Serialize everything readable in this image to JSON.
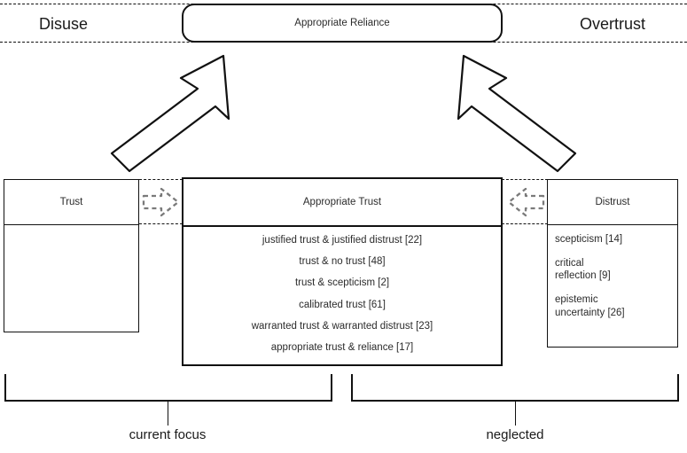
{
  "diagram": {
    "title_box": {
      "label": "Appropriate Reliance"
    },
    "poles": {
      "left": "Disuse",
      "right": "Overtrust"
    },
    "boxes": {
      "trust": {
        "header": "Trust",
        "items": []
      },
      "appropriate_trust": {
        "header": "Appropriate Trust",
        "items": [
          "justified trust & justified distrust [22]",
          "trust & no trust [48]",
          "trust & scepticism [2]",
          "calibrated trust [61]",
          "warranted trust & warranted distrust [23]",
          "appropriate trust & reliance [17]"
        ]
      },
      "distrust": {
        "header": "Distrust",
        "items": [
          "scepticism [14]",
          "critical\nreflection [9]",
          "epistemic\nuncertainty [26]"
        ]
      }
    },
    "brackets": {
      "left_label": "current focus",
      "right_label": "neglected"
    },
    "arrows": {
      "left_block": "block-arrow-up-right-icon",
      "right_block": "block-arrow-up-left-icon",
      "left_dashed": "dashed-arrow-right-icon",
      "right_dashed": "dashed-arrow-left-icon"
    },
    "colors": {
      "stroke": "#111111",
      "text": "#2b2b2b",
      "background": "#ffffff"
    }
  }
}
